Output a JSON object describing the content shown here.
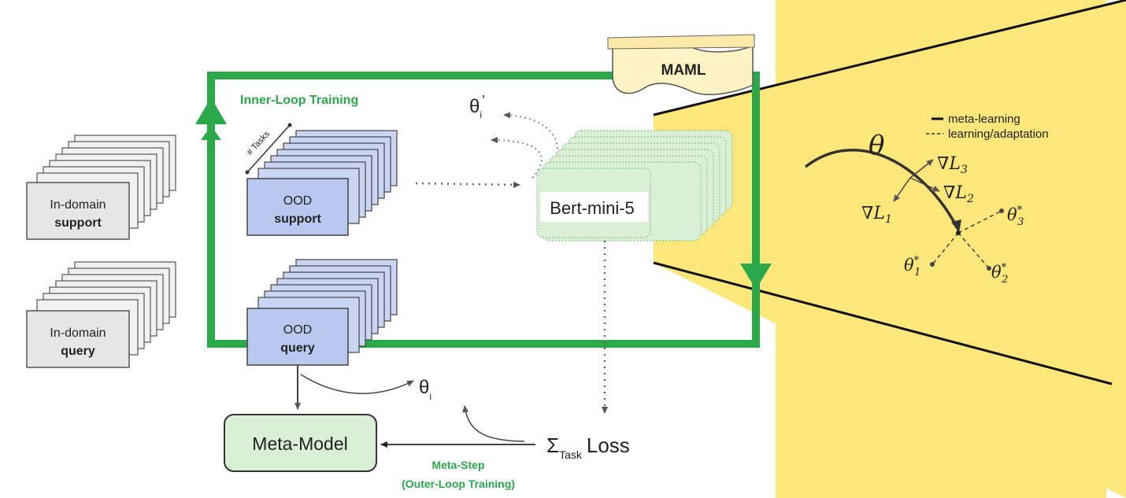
{
  "maml_banner": "MAML",
  "inner_loop": {
    "label": "Inner-Loop Training",
    "theta_prime": "θ",
    "theta_prime_sub": "i",
    "theta_prime_mark": "’",
    "tasks_label": "# Tasks"
  },
  "in_domain_support": {
    "line1": "In-domain",
    "line2": "support"
  },
  "in_domain_query": {
    "line1": "In-domain",
    "line2": "query"
  },
  "ood_support": {
    "line1": "OOD",
    "line2": "support"
  },
  "ood_query": {
    "line1": "OOD",
    "line2": "query"
  },
  "model": {
    "name": "Bert-mini-5"
  },
  "outer_loop": {
    "theta": "θ",
    "theta_sub": "i",
    "sigma": "Σ",
    "sigma_sub": "Task",
    "loss": "Loss",
    "meta_model": "Meta-Model",
    "meta_step": "Meta-Step",
    "meta_step_sub": "(Outer-Loop Training)"
  },
  "inset": {
    "legend_solid": "meta-learning",
    "legend_dashed": "learning/adaptation",
    "theta": "θ",
    "grad": "∇",
    "L": "L",
    "sub1": "1",
    "sub2": "2",
    "sub3": "3",
    "star": "*"
  },
  "colors": {
    "green": "#2aa84a",
    "light_green_fill": "#d9efd6",
    "blue_box": "#b9c8ef",
    "grey_box": "#e6e6e6",
    "inset_yellow": "#fde77a",
    "banner": "#fdf2c4"
  }
}
